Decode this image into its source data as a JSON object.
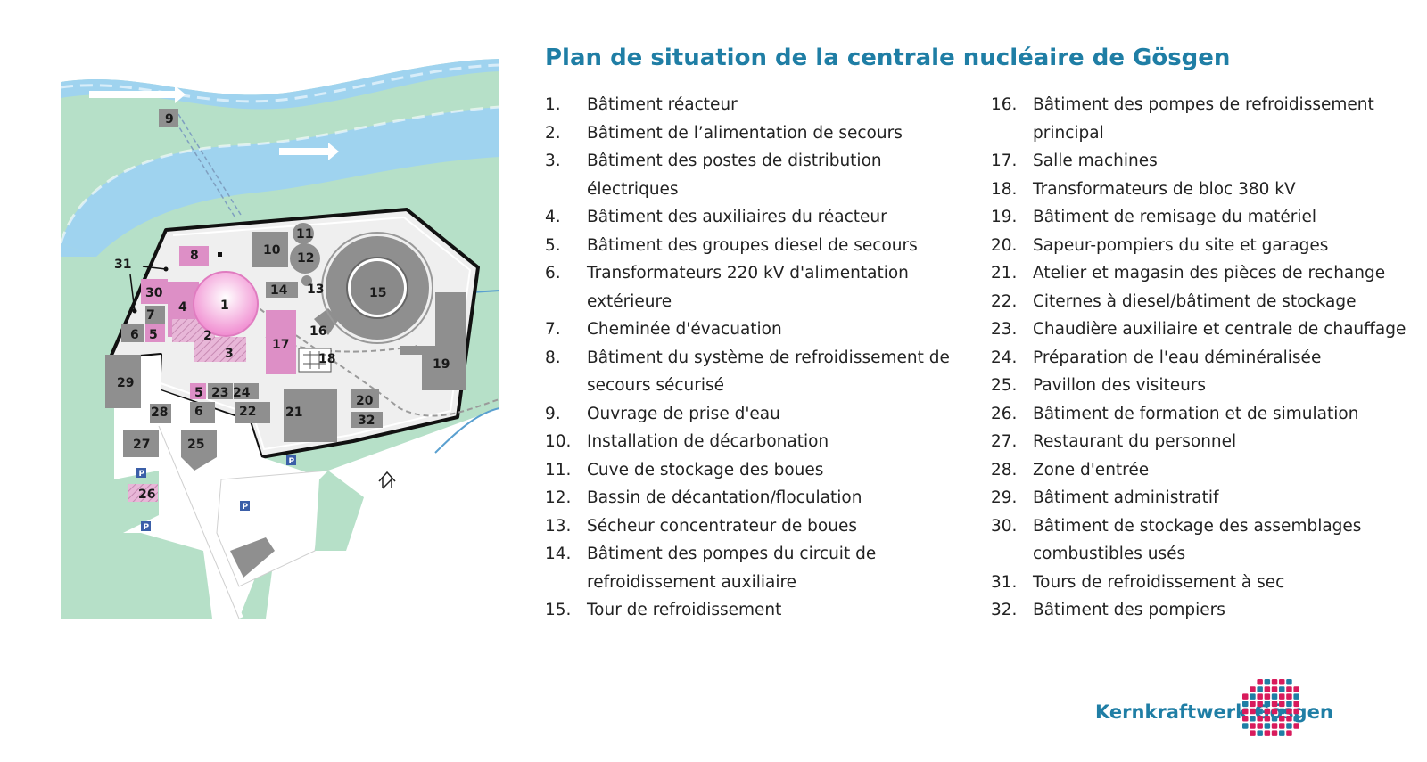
{
  "title": "Plan de situation de la centrale nucléaire de Gösgen",
  "legend": [
    {
      "num": "1.",
      "label": "Bâtiment réacteur"
    },
    {
      "num": "2.",
      "label": "Bâtiment de l’alimentation de secours"
    },
    {
      "num": "3.",
      "label": "Bâtiment des postes de distribution électriques"
    },
    {
      "num": "4.",
      "label": "Bâtiment des auxiliaires du réacteur"
    },
    {
      "num": "5.",
      "label": "Bâtiment des groupes diesel de secours"
    },
    {
      "num": "6.",
      "label": "Transformateurs 220 kV d'alimentation extérieure"
    },
    {
      "num": "7.",
      "label": "Cheminée d'évacuation"
    },
    {
      "num": "8.",
      "label": "Bâtiment du système de refroidissement de secours sécurisé"
    },
    {
      "num": "9.",
      "label": "Ouvrage de prise d'eau"
    },
    {
      "num": "10.",
      "label": "Installation de décarbonation"
    },
    {
      "num": "11.",
      "label": "Cuve de stockage des boues"
    },
    {
      "num": "12.",
      "label": "Bassin de décantation/floculation"
    },
    {
      "num": "13.",
      "label": "Sécheur concentrateur de boues"
    },
    {
      "num": "14.",
      "label": "Bâtiment des pompes du circuit de refroidissement auxiliaire"
    },
    {
      "num": "15.",
      "label": "Tour de refroidissement"
    },
    {
      "num": "16.",
      "label": "Bâtiment des pompes de refroidissement principal"
    },
    {
      "num": "17.",
      "label": "Salle machines"
    },
    {
      "num": "18.",
      "label": "Transformateurs de bloc 380 kV"
    },
    {
      "num": "19.",
      "label": "Bâtiment de remisage du matériel"
    },
    {
      "num": "20.",
      "label": "Sapeur-pompiers du site et garages"
    },
    {
      "num": "21.",
      "label": "Atelier et magasin des pièces de rechange"
    },
    {
      "num": "22.",
      "label": "Citernes à diesel/bâtiment de stockage"
    },
    {
      "num": "23.",
      "label": "Chaudière auxiliaire et centrale de chauffage"
    },
    {
      "num": "24.",
      "label": "Préparation de l'eau déminéralisée"
    },
    {
      "num": "25.",
      "label": "Pavillon des visiteurs"
    },
    {
      "num": "26.",
      "label": "Bâtiment de formation et de simulation"
    },
    {
      "num": "27.",
      "label": "Restaurant du personnel"
    },
    {
      "num": "28.",
      "label": "Zone d'entrée"
    },
    {
      "num": "29.",
      "label": "Bâtiment administratif"
    },
    {
      "num": "30.",
      "label": "Bâtiment de stockage des assemblages combustibles usés"
    },
    {
      "num": "31.",
      "label": "Tours de refroidissement à sec"
    },
    {
      "num": "32.",
      "label": "Bâtiment des pompiers"
    }
  ],
  "map": {
    "parking_label": "P",
    "north_icon": "north-arrow-icon",
    "labels": {
      "l1": "1",
      "l2": "2",
      "l3": "3",
      "l4": "4",
      "l5a": "5",
      "l5b": "5",
      "l6a": "6",
      "l6b": "6",
      "l7": "7",
      "l8": "8",
      "l9": "9",
      "l10": "10",
      "l11": "11",
      "l12": "12",
      "l13": "13",
      "l14": "14",
      "l15": "15",
      "l16": "16",
      "l17": "17",
      "l18": "18",
      "l19": "19",
      "l20": "20",
      "l21": "21",
      "l22": "22",
      "l23": "23",
      "l24": "24",
      "l25": "25",
      "l26": "26",
      "l27": "27",
      "l28": "28",
      "l29": "29",
      "l30": "30",
      "l31": "31",
      "l32": "32"
    }
  },
  "logo": {
    "text": "Kernkraftwerk Gösgen",
    "icon": "kkg-logo-grid-icon"
  },
  "colors": {
    "title": "#1f7ea5",
    "river": "#9fd3ef",
    "green": "#b6e0c8",
    "building": "#8f8f8f",
    "nuclear_pink": "#dd8fc6",
    "reactor_pink": "#f3a6dc",
    "logo_red": "#d81b5c",
    "logo_blue": "#1f7ea5"
  }
}
